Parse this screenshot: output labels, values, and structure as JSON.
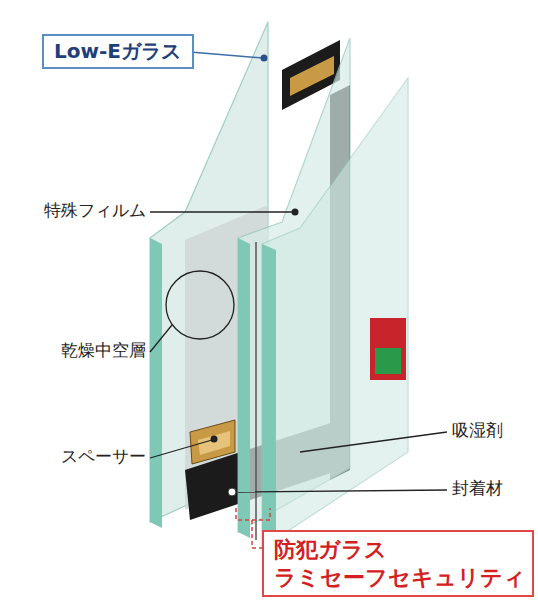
{
  "diagram": {
    "nodes": [
      {
        "text": [
          "Low-Eガラス"
        ]
      },
      {
        "text": [
          "防犯ガラス ラミセーフセキュリティ"
        ]
      }
    ],
    "labels": [
      "特殊フィルム",
      "乾燥中空層",
      "スペーサー",
      "吸湿剤",
      "封着材"
    ]
  }
}
